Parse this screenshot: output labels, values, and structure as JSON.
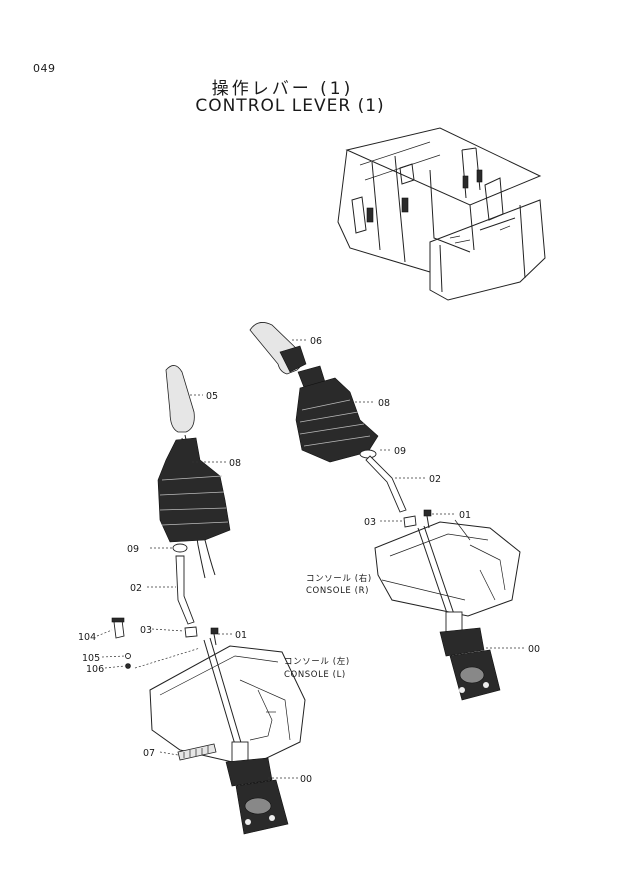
{
  "page_number": "049",
  "title_jp": "操作レバー (1)",
  "title_en": "CONTROL LEVER (1)",
  "callouts": {
    "p06": "06",
    "p05": "05",
    "p08a": "08",
    "p08b": "08",
    "p09a": "09",
    "p09b": "09",
    "p02a": "02",
    "p02b": "02",
    "p01a": "01",
    "p01b": "01",
    "p03a": "03",
    "p03b": "03",
    "p00a": "00",
    "p00b": "00",
    "p104": "104",
    "p105": "105",
    "p106": "106",
    "p07": "07"
  },
  "captions": {
    "console_r_jp": "コンソール (右)",
    "console_r_en": "CONSOLE (R)",
    "console_l_jp": "コンソール (左)",
    "console_l_en": "CONSOLE (L)"
  }
}
